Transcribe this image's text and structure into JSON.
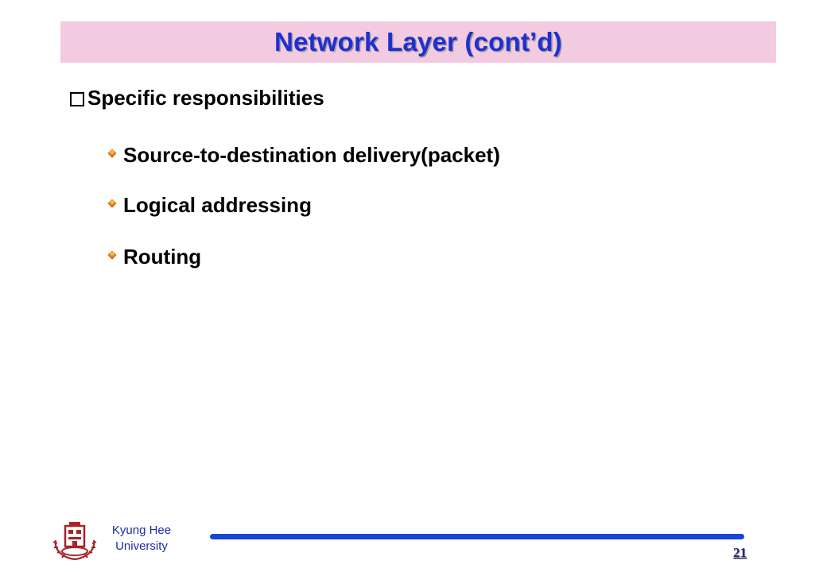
{
  "slide": {
    "title": "Network Layer (cont’d)",
    "main_bullet": "Specific responsibilities",
    "sub_items": [
      "Source-to-destination delivery(packet)",
      "Logical addressing",
      "Routing"
    ]
  },
  "footer": {
    "university_line1": "Kyung Hee",
    "university_line2": "University",
    "page_number": "21"
  },
  "colors": {
    "title_bar": "#f2cbe0",
    "title_text": "#1f2fd0",
    "footer_bar": "#1646d8",
    "university_text": "#1e2aa8",
    "logo": "#a8242a"
  },
  "icons": {
    "main_bullet": "hollow-square-icon",
    "sub_bullet": "orange-diamond-icon",
    "logo": "university-crest-logo"
  }
}
